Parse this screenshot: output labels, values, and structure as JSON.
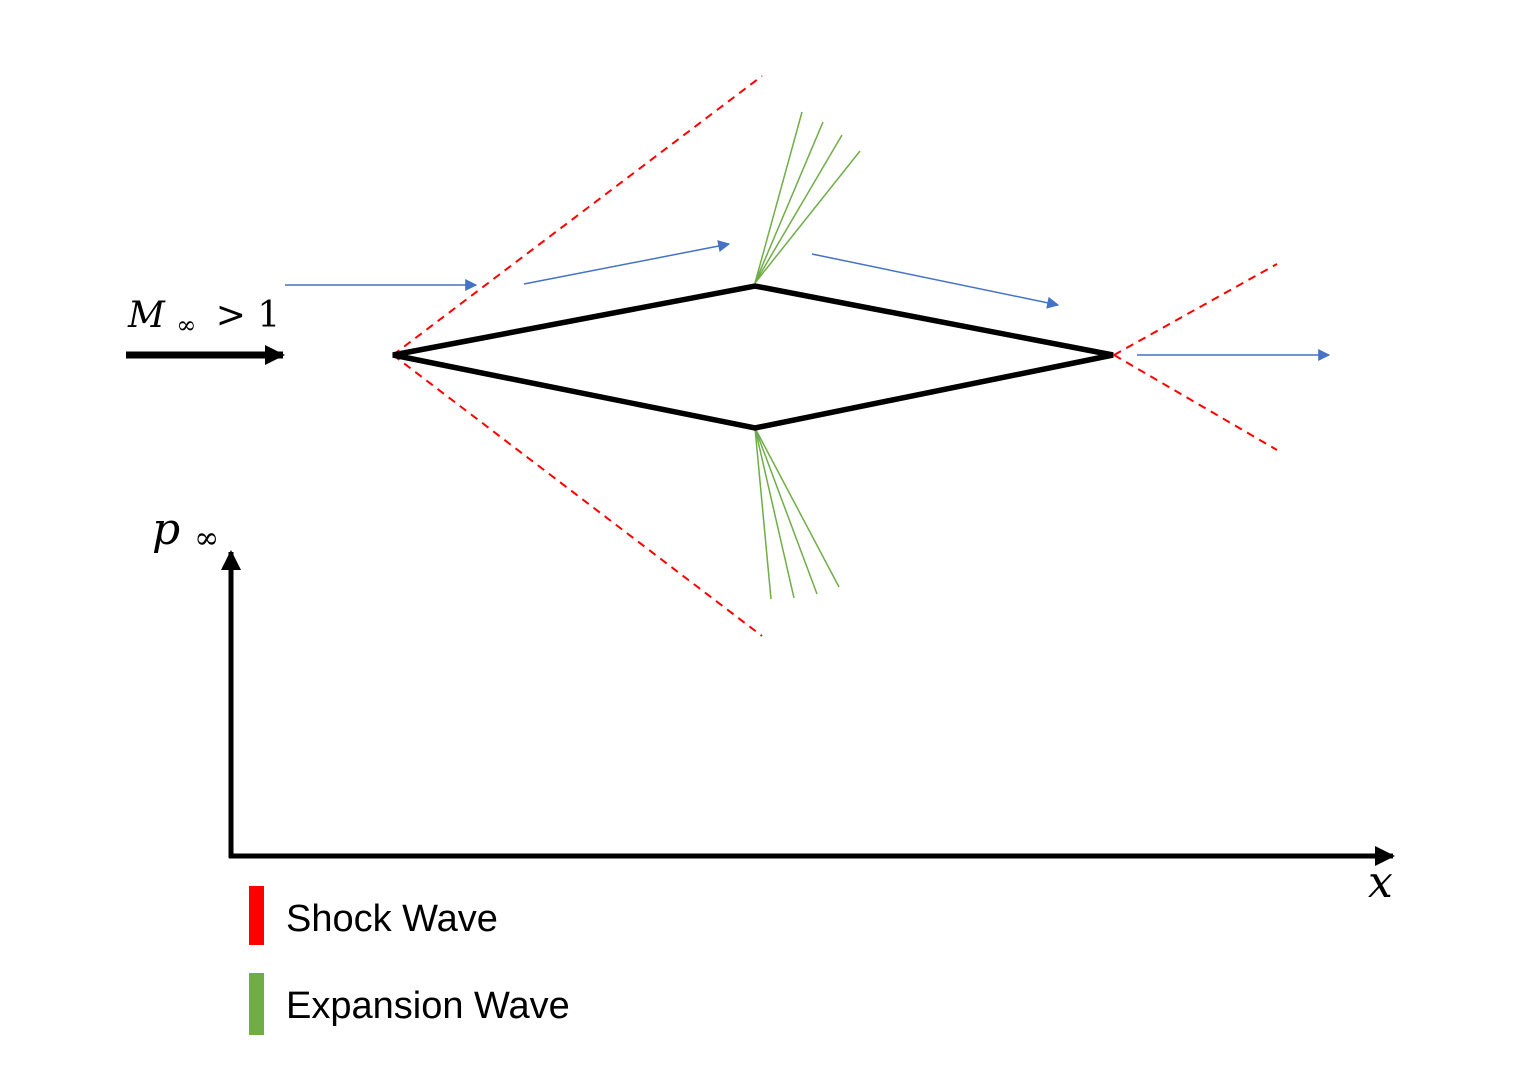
{
  "freestream": {
    "symbol": "M",
    "subscript": "∞",
    "relation": "> 1"
  },
  "axes": {
    "y_symbol": "p",
    "y_subscript": "∞",
    "x_symbol": "x"
  },
  "legend": {
    "items": [
      {
        "label": "Shock Wave",
        "color": "#ff0000"
      },
      {
        "label": "Expansion Wave",
        "color": "#70ad47"
      }
    ]
  },
  "colors": {
    "airfoil": "#000000",
    "shock": "#ff0000",
    "expansion": "#70ad47",
    "streamline": "#4472c4"
  }
}
